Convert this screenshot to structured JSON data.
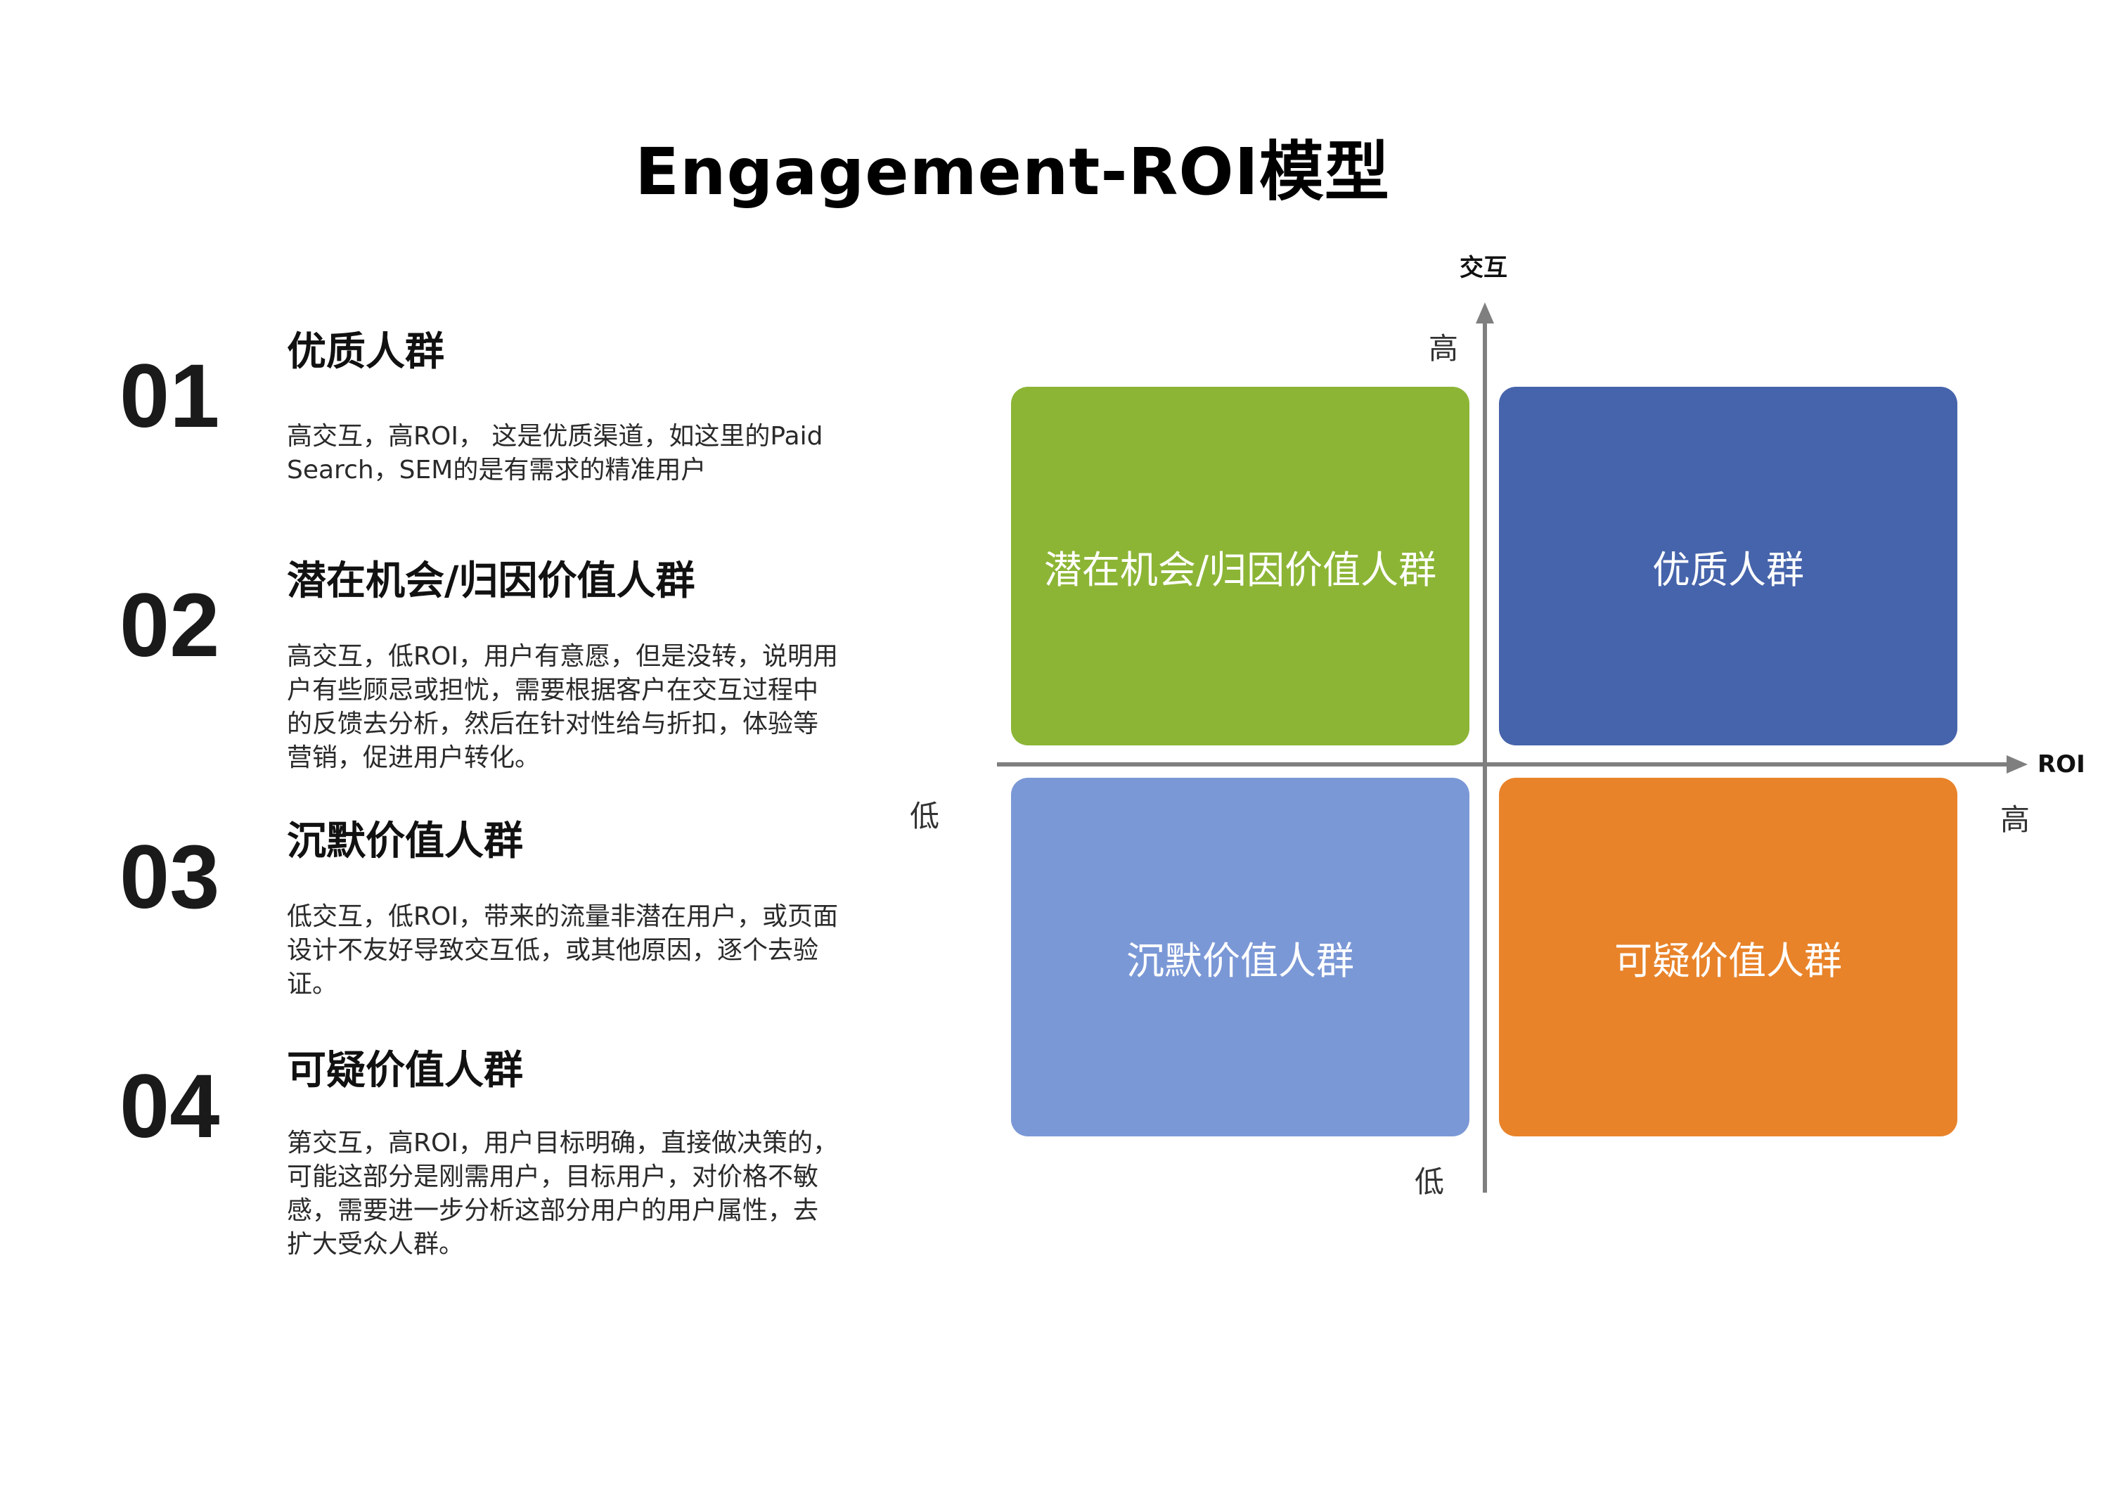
{
  "title": "Engagement-ROI模型",
  "items": [
    {
      "num": "01",
      "heading": "优质人群",
      "text": "高交互，高ROI， 这是优质渠道，如这里的Paid Search，SEM的是有需求的精准用户"
    },
    {
      "num": "02",
      "heading": "潜在机会/归因价值人群",
      "text": "高交互，低ROI，用户有意愿，但是没转，说明用户有些顾忌或担忧，需要根据客户在交互过程中的反馈去分析，然后在针对性给与折扣，体验等营销，促进用户转化。"
    },
    {
      "num": "03",
      "heading": "沉默价值人群",
      "text": "低交互，低ROI，带来的流量非潜在用户，或页面设计不友好导致交互低，或其他原因，逐个去验证。"
    },
    {
      "num": "04",
      "heading": "可疑价值人群",
      "text": "第交互，高ROI，用户目标明确，直接做决策的，可能这部分是刚需用户，目标用户，对价格不敏感，需要进一步分析这部分用户的用户属性，去扩大受众人群。"
    }
  ],
  "quadrants": {
    "top_left": {
      "label": "潜在机会/归因价值人群",
      "color": "#8cb535"
    },
    "top_right": {
      "label": "优质人群",
      "color": "#4664ab"
    },
    "bottom_left": {
      "label": "沉默价值人群",
      "color": "#7b98d6"
    },
    "bottom_right": {
      "label": "可疑价值人群",
      "color": "#e8832a"
    }
  },
  "axes": {
    "y_name": "交互",
    "x_name": "ROI",
    "y_high": "高",
    "y_low": "低",
    "x_low": "低",
    "x_high": "高",
    "axis_color": "#7f7f7f"
  }
}
